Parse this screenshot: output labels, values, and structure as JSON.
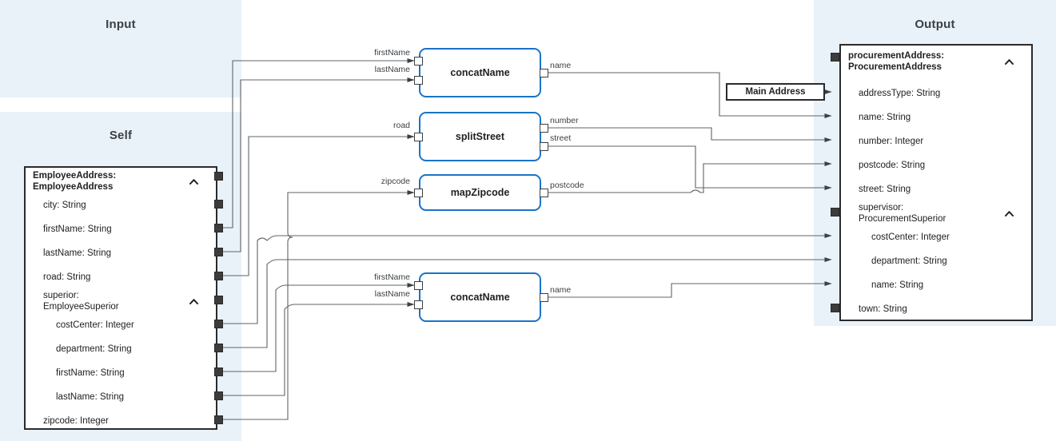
{
  "panels": {
    "input": {
      "title": "Input"
    },
    "self": {
      "title": "Self"
    },
    "output": {
      "title": "Output"
    }
  },
  "self_node": {
    "name": "self-schema-node",
    "header": "EmployeeAddress:\nEmployeeAddress",
    "collapse_icon": "chevron-up-icon",
    "rows": [
      {
        "label": "city: String",
        "level": 1,
        "port": "square"
      },
      {
        "label": "firstName: String",
        "level": 1,
        "port": "square"
      },
      {
        "label": "lastName: String",
        "level": 1,
        "port": "square"
      },
      {
        "label": "road: String",
        "level": 1,
        "port": "square"
      },
      {
        "label": "superior:\nEmployeeSuperior",
        "level": 1,
        "port": "square",
        "chevron": "chevron-up-icon"
      },
      {
        "label": "costCenter: Integer",
        "level": 2,
        "port": "square"
      },
      {
        "label": "department: String",
        "level": 2,
        "port": "square"
      },
      {
        "label": "firstName: String",
        "level": 2,
        "port": "square"
      },
      {
        "label": "lastName: String",
        "level": 2,
        "port": "square"
      },
      {
        "label": "zipcode: Integer",
        "level": 1,
        "port": "square"
      }
    ]
  },
  "output_node": {
    "name": "output-schema-node",
    "header": "procurementAddress:\nProcurementAddress",
    "collapse_icon": "chevron-up-icon",
    "rows": [
      {
        "label": "addressType: String",
        "level": 1,
        "port": "arrow"
      },
      {
        "label": "name: String",
        "level": 1,
        "port": "arrow"
      },
      {
        "label": "number: Integer",
        "level": 1,
        "port": "arrow"
      },
      {
        "label": "postcode: String",
        "level": 1,
        "port": "arrow"
      },
      {
        "label": "street: String",
        "level": 1,
        "port": "arrow"
      },
      {
        "label": "supervisor:\nProcurementSuperior",
        "level": 1,
        "port": "square",
        "chevron": "chevron-up-icon"
      },
      {
        "label": "costCenter: Integer",
        "level": 2,
        "port": "arrow"
      },
      {
        "label": "department: String",
        "level": 2,
        "port": "arrow"
      },
      {
        "label": "name: String",
        "level": 2,
        "port": "arrow"
      },
      {
        "label": "town: String",
        "level": 1,
        "port": "square"
      }
    ]
  },
  "functions": [
    {
      "name": "concatName-node-top",
      "label": "concatName",
      "inputs": [
        "firstName",
        "lastName"
      ],
      "outputs": [
        "name"
      ]
    },
    {
      "name": "splitStreet-node",
      "label": "splitStreet",
      "inputs": [
        "road"
      ],
      "outputs": [
        "number",
        "street"
      ]
    },
    {
      "name": "mapZipcode-node",
      "label": "mapZipcode",
      "inputs": [
        "zipcode"
      ],
      "outputs": [
        "postcode"
      ]
    },
    {
      "name": "concatName-node-bottom",
      "label": "concatName",
      "inputs": [
        "firstName",
        "lastName"
      ],
      "outputs": [
        "name"
      ]
    }
  ],
  "constant_node": {
    "name": "main-address-constant",
    "label": "Main Address"
  },
  "colors": {
    "panel_background": "#e9f2f9",
    "node_border": "#2b2b2b",
    "function_border": "#1a73c8",
    "wire": "#5f6368",
    "text": "#202124"
  }
}
